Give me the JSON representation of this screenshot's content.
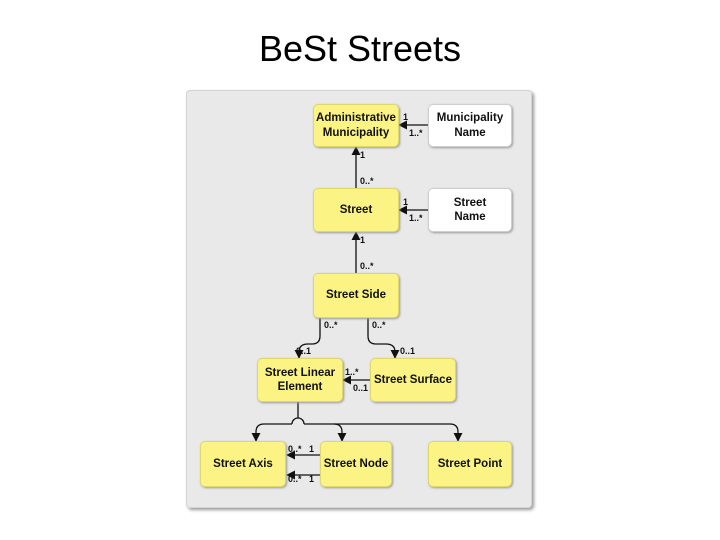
{
  "title": "BeSt Streets",
  "boxes": {
    "admin_municipality": "Administrative\nMunicipality",
    "municipality_name": "Municipality\nName",
    "street": "Street",
    "street_name": "Street\nName",
    "street_side": "Street Side",
    "street_linear_element": "Street Linear\nElement",
    "street_surface": "Street Surface",
    "street_axis": "Street Axis",
    "street_node": "Street Node",
    "street_point": "Street Point"
  },
  "multiplicities": {
    "admin_to_name_1": "1",
    "admin_to_name_many": "1..*",
    "street_to_admin_1": "1",
    "street_to_admin_many": "0..*",
    "street_to_name_1": "1",
    "street_to_name_many": "1..*",
    "side_to_street_1": "1",
    "side_to_street_many": "0..*",
    "side_to_linear_src": "0..*",
    "side_to_linear_dst": "0..1",
    "side_to_surface_src": "0..*",
    "side_to_surface_dst": "0..1",
    "linear_surface_many": "1..*",
    "linear_surface_opt": "0..1",
    "axis_node_top_many": "0..*",
    "axis_node_top_1": "1",
    "axis_node_bottom_many": "0..*",
    "axis_node_bottom_1": "1"
  },
  "colors": {
    "class_fill": "#fbf383",
    "codelist_fill": "#ffffff",
    "panel": "#e9e9e9",
    "line": "#111111"
  }
}
